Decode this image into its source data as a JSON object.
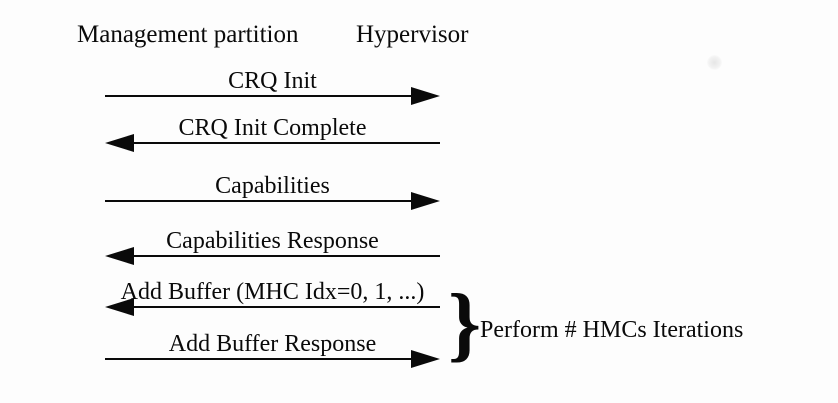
{
  "colors": {
    "background": "#fdfdfd",
    "ink": "#0a0a0a"
  },
  "diagram": {
    "lifelines": [
      {
        "label": "Management partition"
      },
      {
        "label": "Hypervisor"
      }
    ],
    "messages": [
      {
        "label": "CRQ Init",
        "direction": "right"
      },
      {
        "label": "CRQ Init Complete",
        "direction": "left"
      },
      {
        "label": "Capabilities",
        "direction": "right"
      },
      {
        "label": "Capabilities Response",
        "direction": "left"
      },
      {
        "label": "Add Buffer (MHC Idx=0, 1, ...)",
        "direction": "left"
      },
      {
        "label": "Add Buffer Response",
        "direction": "right"
      }
    ],
    "group": {
      "brace_glyph": "}",
      "label": "Perform # HMCs Iterations"
    }
  }
}
